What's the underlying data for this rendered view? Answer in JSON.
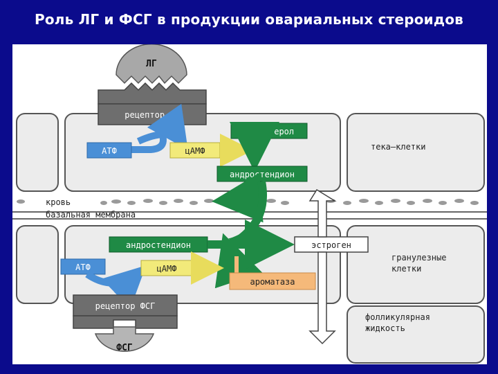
{
  "slide": {
    "title": "Роль ЛГ и ФСГ в продукции овариальных стероидов"
  },
  "diagram": {
    "lh": {
      "hormone": "ЛГ",
      "receptor": "рецептор ЛГ"
    },
    "fsh": {
      "hormone": "ФСГ",
      "receptor": "рецептор ФСГ"
    },
    "theca": {
      "atp": "АТФ",
      "camp": "цАМФ",
      "cholesterol": "холестерол",
      "androstenedione": "андростендион",
      "cell_label": "тека–клетки"
    },
    "granulosa": {
      "atp": "АТФ",
      "camp": "цАМФ",
      "androstenedione": "андростендион",
      "estrogen": "эстроген",
      "aromatase": "ароматаза",
      "cell_label_line1": "гранулезные",
      "cell_label_line2": "клетки"
    },
    "blood": "кровь",
    "basal_membrane": "базальная мембрана",
    "follicular_fluid_line1": "фолликулярная",
    "follicular_fluid_line2": "жидкость",
    "colors": {
      "background": "#0b0b8c",
      "green": "#1f8a45",
      "blue": "#4a8fd6",
      "yellow": "#f2ea7a",
      "orange": "#f5b97a",
      "gray_dark": "#6e6e6e",
      "gray_light": "#b5b5b5"
    }
  }
}
